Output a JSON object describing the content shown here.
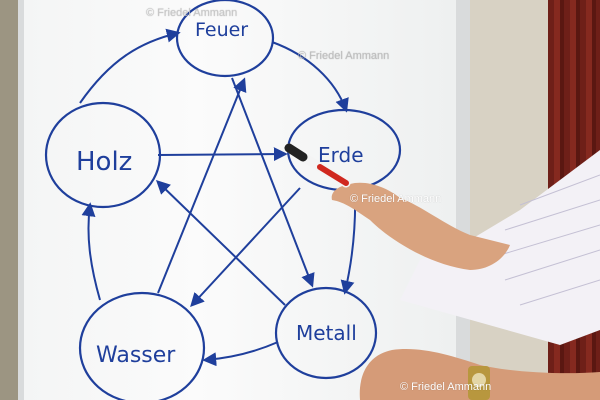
{
  "flipchart": {
    "elements": {
      "top": "Feuer",
      "right": "Erde",
      "left": "Holz",
      "bottom_left": "Wasser",
      "bottom_right": "Metall"
    }
  },
  "watermarks": [
    "© Friedel Ammann",
    "© Friedel Ammann",
    "© Friedel Ammann",
    "© Friedel Ammann"
  ],
  "colors": {
    "marker_ink": "#1f3f9c",
    "marker_cap": "#d0281f",
    "paper": "#f8f8f8"
  }
}
